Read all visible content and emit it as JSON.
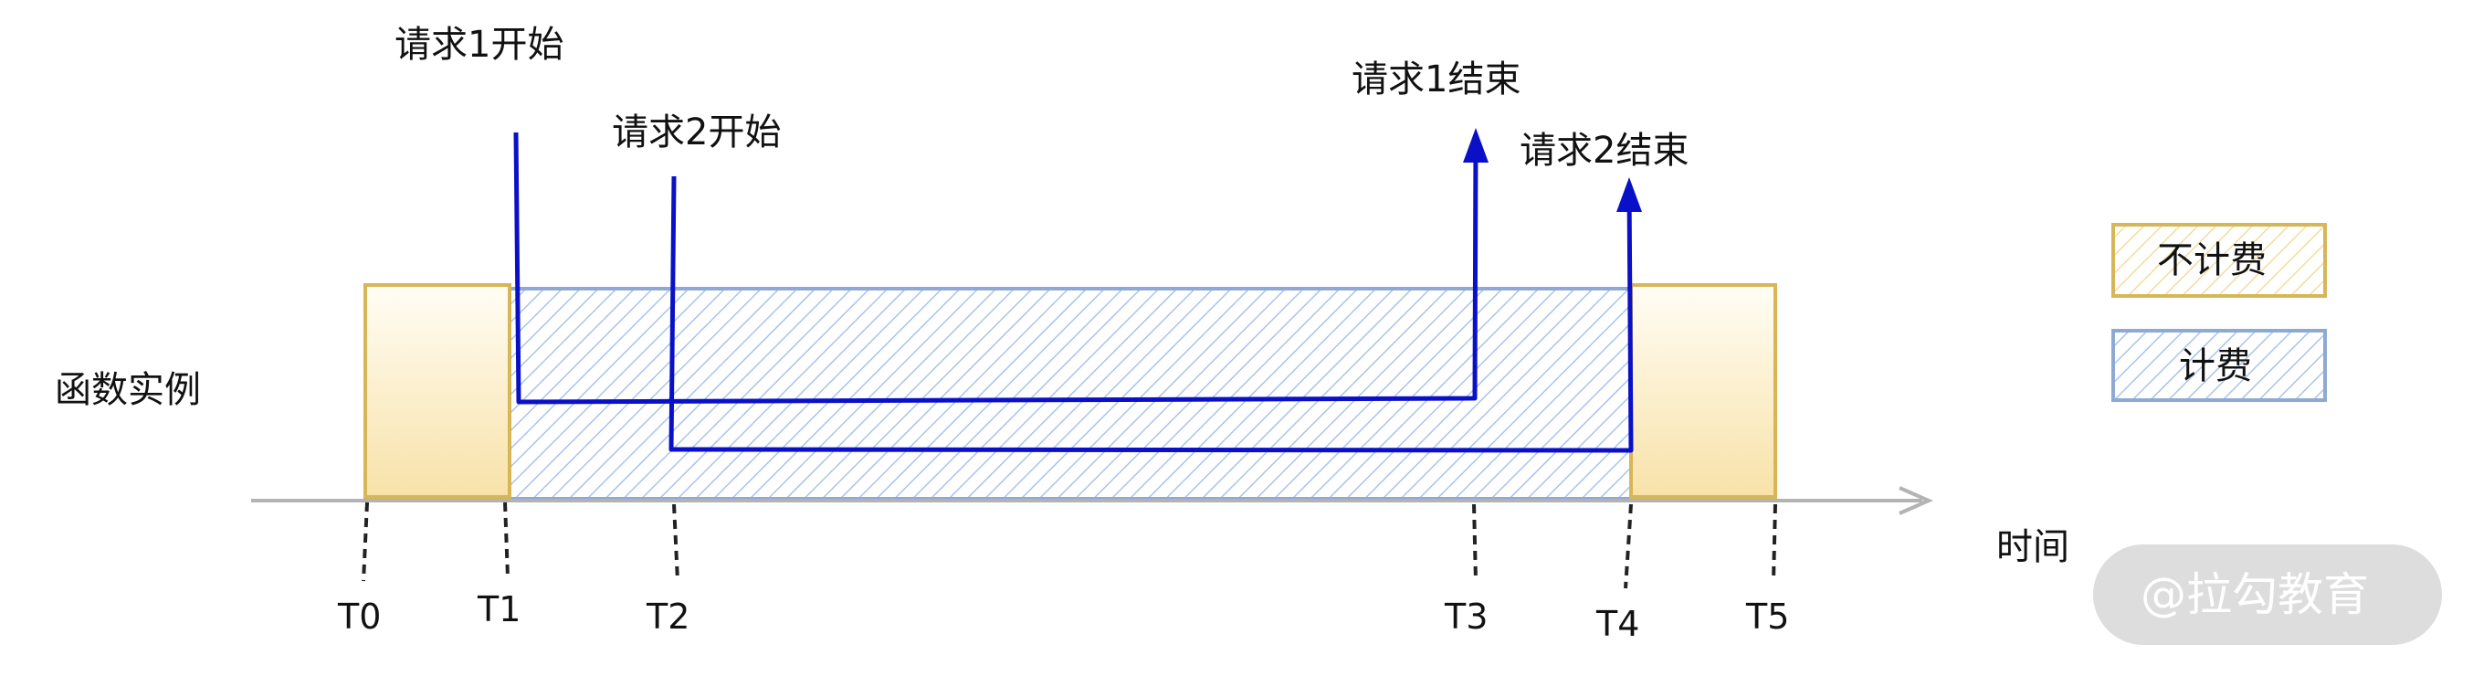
{
  "diagram": {
    "function_instance_label": "函数实例",
    "time_axis_label": "时间",
    "requests": [
      {
        "start_label": "请求1开始",
        "end_label": "请求1结束"
      },
      {
        "start_label": "请求2开始",
        "end_label": "请求2结束"
      }
    ],
    "ticks": [
      "T0",
      "T1",
      "T2",
      "T3",
      "T4",
      "T5"
    ],
    "legend": {
      "unbilled_label": "不计费",
      "billed_label": "计费"
    },
    "colors": {
      "unbilled": "#f6e3b4",
      "unbilled_border": "#d6b656",
      "billed_hatch": "#a9c4eb",
      "billed_border": "#8ea9d4",
      "request_line": "#0a10c8",
      "axis": "#b3b3b3"
    }
  },
  "watermark": {
    "text": "@拉勾教育"
  }
}
